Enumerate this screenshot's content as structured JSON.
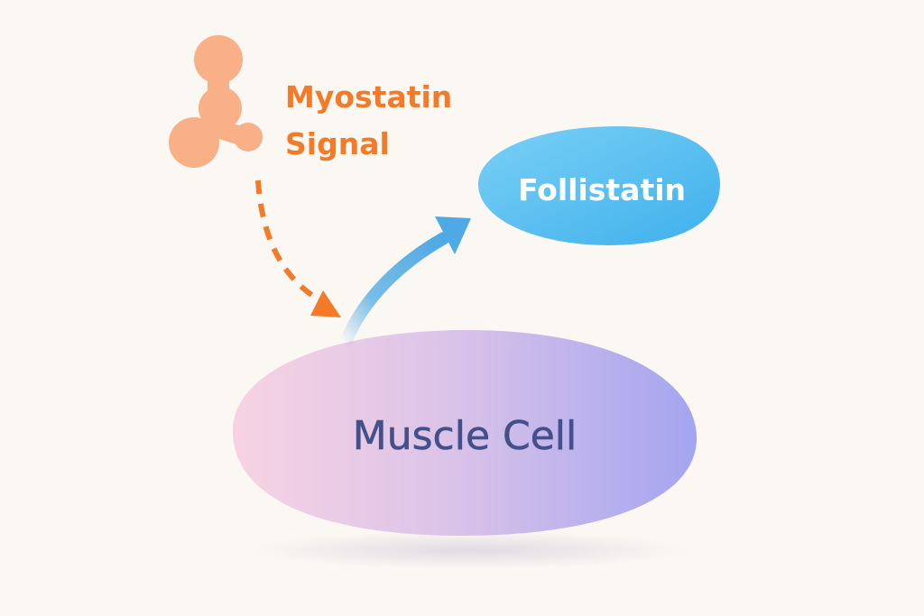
{
  "colors": {
    "background": "#fbf8f4",
    "myostatin": "#f47a28",
    "myostatin_shape": "#f9b086",
    "follistatin_fill": "#5cc2f0",
    "follistatin_text": "#ffffff",
    "muscle_fill_left": "#f6cfe0",
    "muscle_fill_right": "#a7a6f0",
    "muscle_text": "#44508a",
    "upregulation_arrow": "#4ea9e4"
  },
  "nodes": {
    "myostatin": {
      "label_line1": "Myostatin",
      "label_line2": "Signal",
      "icon": "molecule-icon"
    },
    "follistatin": {
      "label": "Follistatin"
    },
    "muscle_cell": {
      "label": "Muscle Cell"
    }
  },
  "edges": [
    {
      "from": "myostatin",
      "to": "muscle_cell",
      "style": "dashed",
      "color": "orange"
    },
    {
      "from": "muscle_cell",
      "to": "follistatin",
      "style": "solid",
      "color": "blue"
    }
  ]
}
